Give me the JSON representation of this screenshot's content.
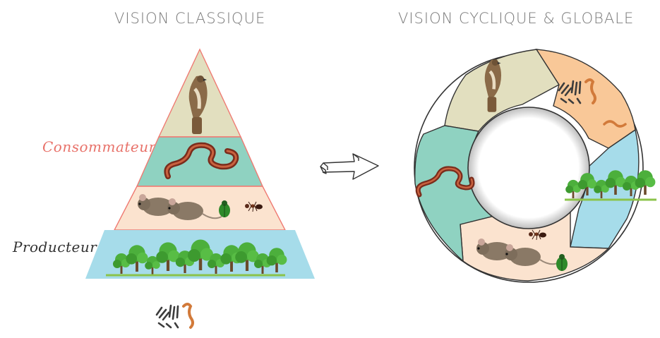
{
  "titles": {
    "left": "VISION CLASSIQUE",
    "right": "VISION CYCLIQUE & GLOBALE"
  },
  "labels": {
    "consumers": "Consommateurs",
    "producers": "Producteurs"
  },
  "colors": {
    "tier_top": "#e2dfbf",
    "tier_snake": "#8fd2c1",
    "tier_mice": "#fbe3cf",
    "tier_plants": "#a6dcea",
    "decomposers": "#f9c898",
    "outline": "#ef7a72",
    "consumers_label": "#e8726a"
  },
  "icons": [
    "hawk-icon",
    "snake-icon",
    "mouse-icon",
    "beetle-icon",
    "ant-icon",
    "trees-icon",
    "decomposer-icon",
    "worm-icon",
    "arrow-icon"
  ]
}
